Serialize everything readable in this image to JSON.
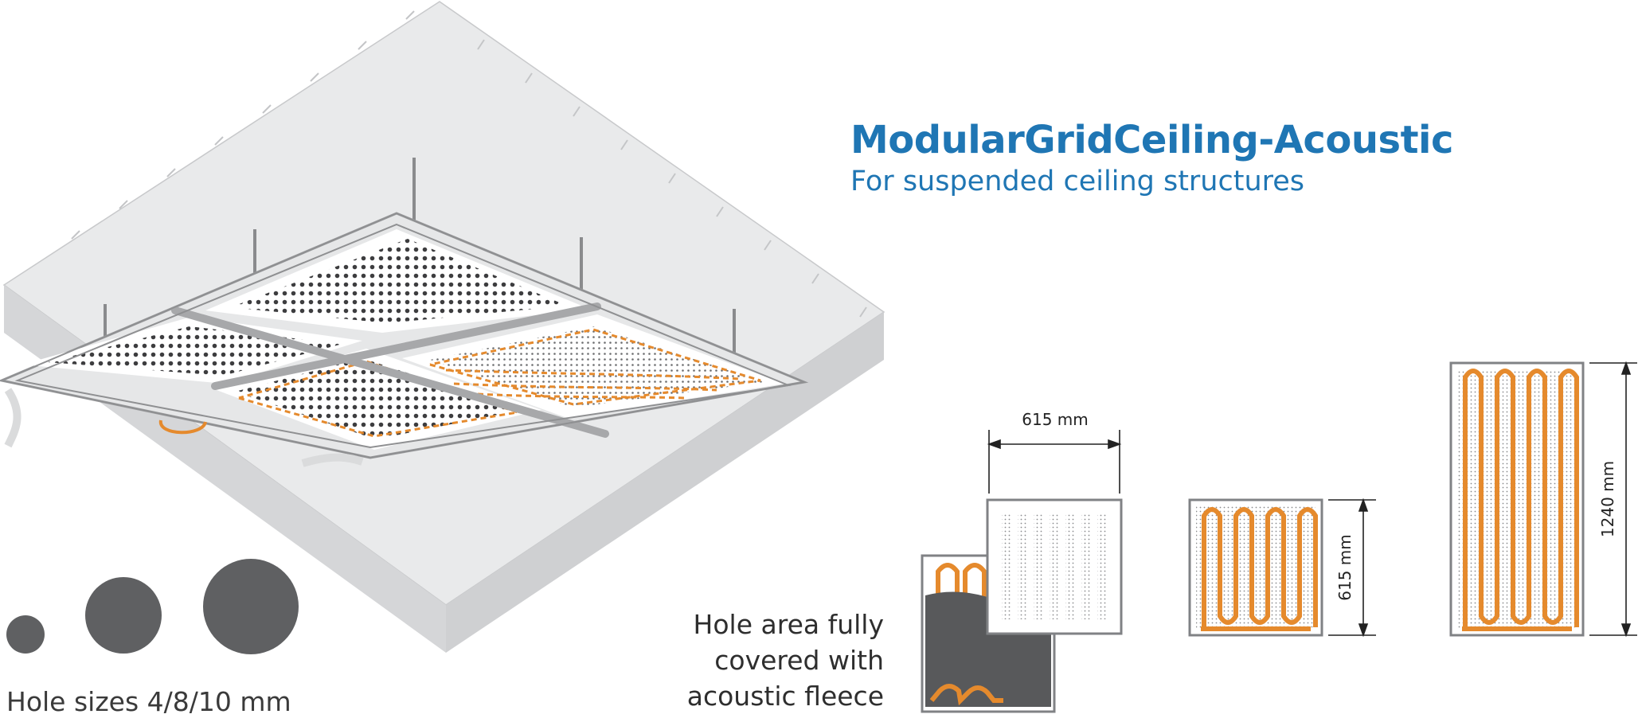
{
  "title": "ModularGridCeiling-Acoustic",
  "subtitle": "For suspended ceiling structures",
  "hole_sizes_label": "Hole sizes 4/8/10 mm",
  "hole_sizes_mm": [
    4,
    8,
    10
  ],
  "fleece_note": {
    "line1": "Hole area fully",
    "line2": "covered with",
    "line3": "acoustic fleece"
  },
  "dimensions": {
    "width_small": "615 mm",
    "height_small": "615 mm",
    "height_large": "1240 mm"
  },
  "colors": {
    "brand_blue": "#1f76b4",
    "pipe_orange": "#e58a2d",
    "hole_gray": "#5f6062",
    "frame_gray": "#808285"
  }
}
